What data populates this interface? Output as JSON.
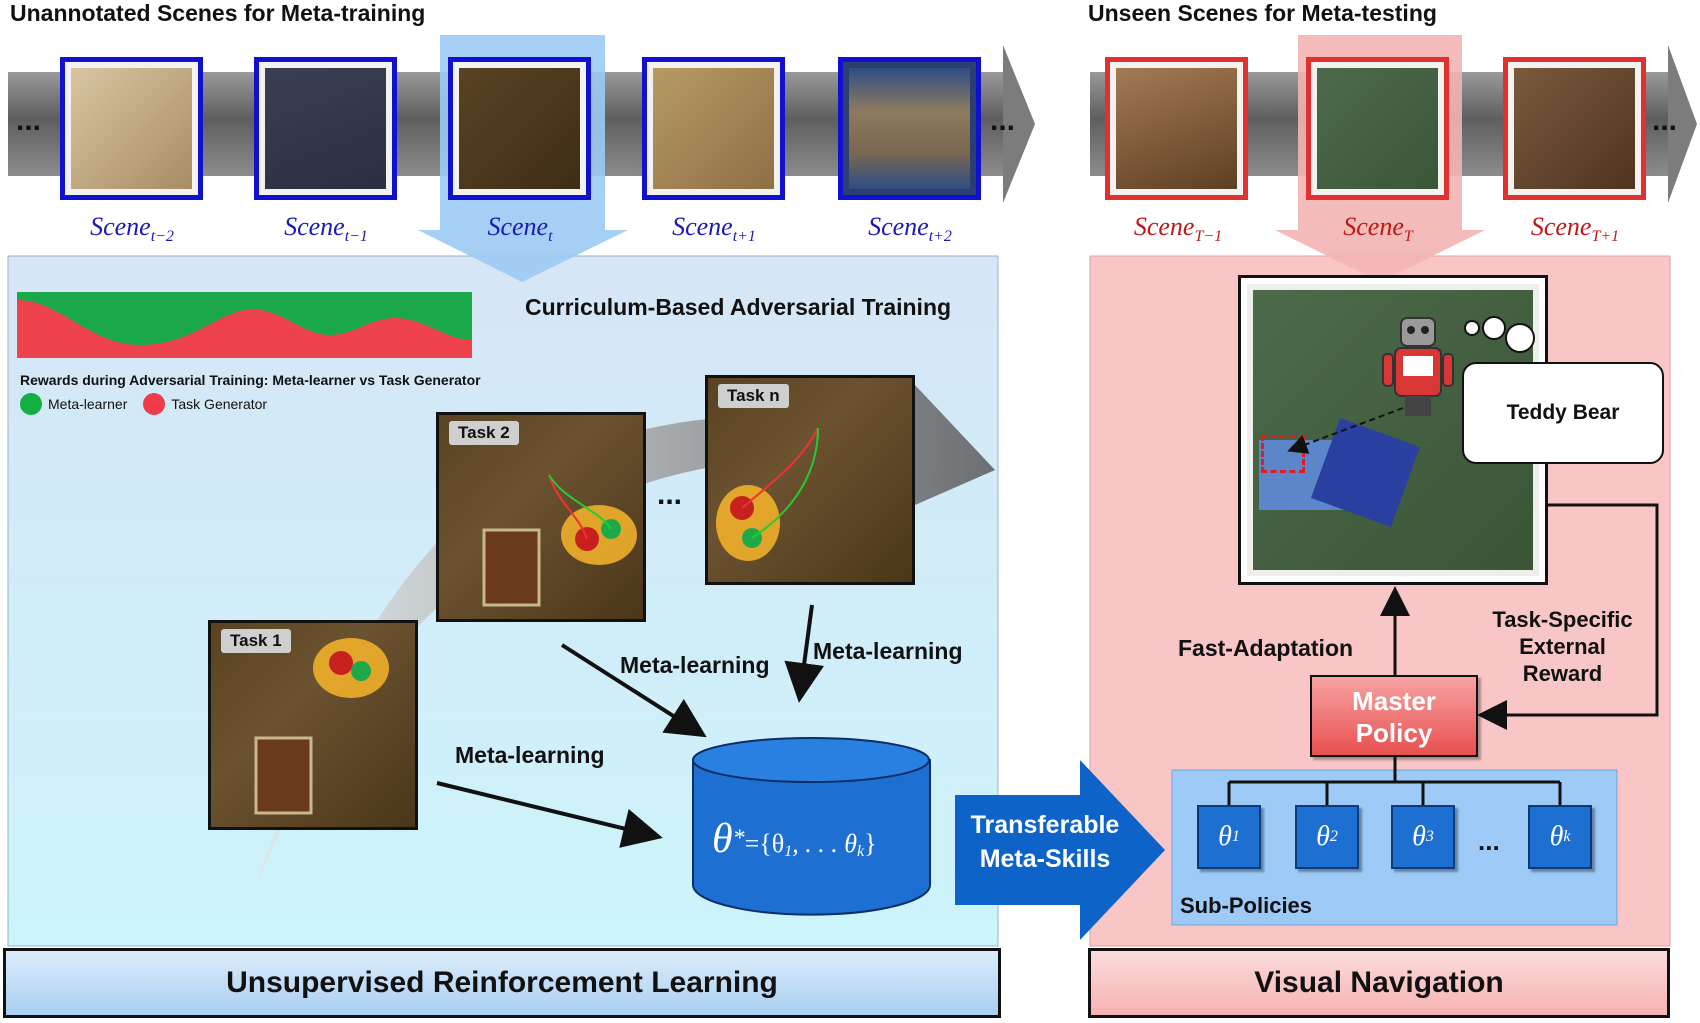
{
  "headers": {
    "training": "Unannotated Scenes for Meta-training",
    "testing": "Unseen Scenes for Meta-testing"
  },
  "ellipsis": "...",
  "training_scenes": [
    {
      "base": "Scene",
      "sub": "t−2"
    },
    {
      "base": "Scene",
      "sub": "t−1"
    },
    {
      "base": "Scene",
      "sub": "t"
    },
    {
      "base": "Scene",
      "sub": "t+1"
    },
    {
      "base": "Scene",
      "sub": "t+2"
    }
  ],
  "testing_scenes": [
    {
      "base": "Scene",
      "sub": "T−1"
    },
    {
      "base": "Scene",
      "sub": "T"
    },
    {
      "base": "Scene",
      "sub": "T+1"
    }
  ],
  "left_panel": {
    "title": "Curriculum-Based Adversarial Training",
    "rewards_caption": "Rewards during Adversarial Training: Meta-learner vs Task Generator",
    "legend": [
      {
        "label": "Meta-learner",
        "color": "#12b040"
      },
      {
        "label": "Task Generator",
        "color": "#ef3b4a"
      }
    ],
    "tasks": [
      "Task 1",
      "Task 2",
      "Task n"
    ],
    "meta_learning": "Meta-learning",
    "theta_expr_lhs": "θ",
    "theta_expr_sup": "*",
    "theta_expr_rhs": "={θ",
    "theta_expr_mid": ", . . . θ",
    "theta_expr_end": "}",
    "bottom_label": "Unsupervised Reinforcement Learning"
  },
  "transfer_arrow": {
    "line1": "Transferable",
    "line2": "Meta-Skills"
  },
  "right_panel": {
    "target_label": "Teddy Bear",
    "fast_adaptation": "Fast-Adaptation",
    "reward_label": [
      "Task-Specific",
      "External",
      "Reward"
    ],
    "master_policy": [
      "Master",
      "Policy"
    ],
    "sub_policies_label": "Sub-Policies",
    "sub_policies": [
      {
        "base": "θ",
        "sub": "1"
      },
      {
        "base": "θ",
        "sub": "2"
      },
      {
        "base": "θ",
        "sub": "3"
      },
      {
        "base": "θ",
        "sub": "k"
      }
    ],
    "bottom_label": "Visual Navigation"
  },
  "colors": {
    "training_border": "#1010d0",
    "testing_border": "#e23030",
    "left_panel_bg_top": "#d7e8f6",
    "left_panel_bg_bottom": "#cdf3fb",
    "right_panel_bg": "#f8c5c5",
    "transfer_arrow": "#0d63c8"
  }
}
